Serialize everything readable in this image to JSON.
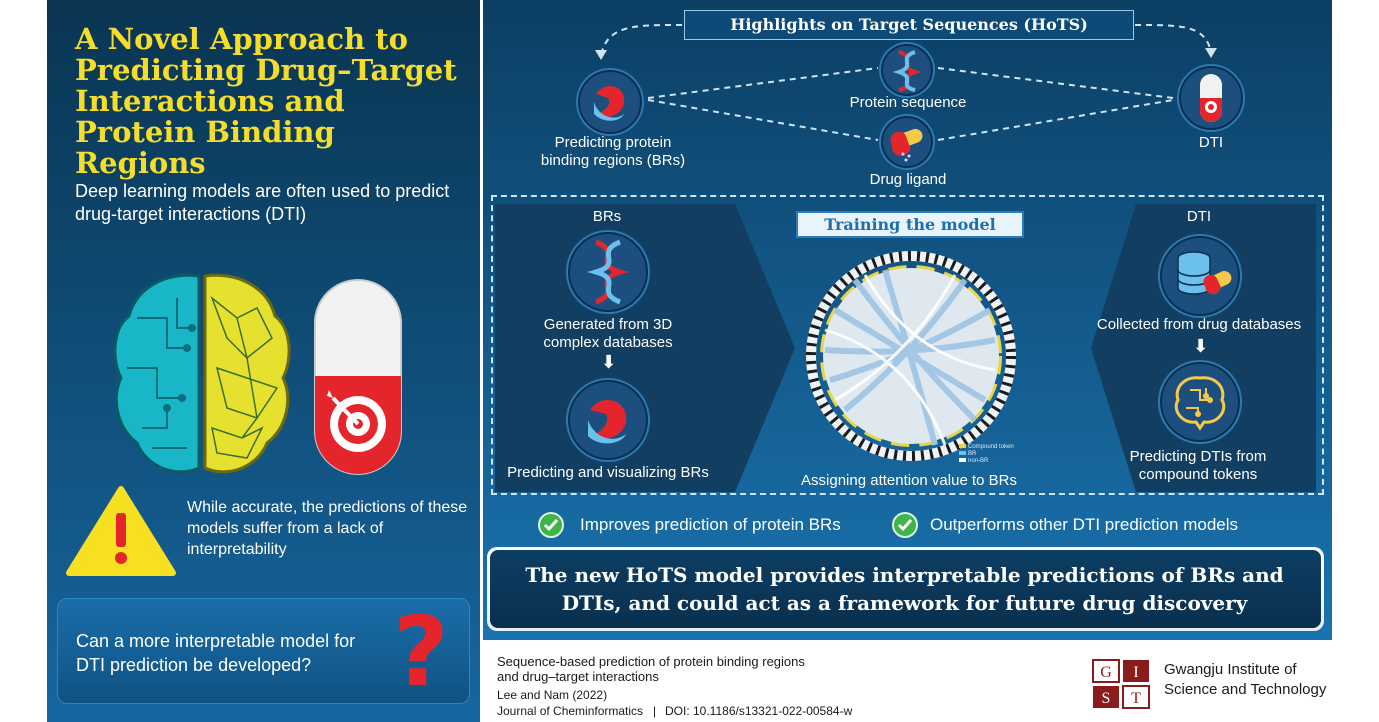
{
  "left": {
    "title": "A Novel Approach to Predicting Drug–Target Interactions and Protein Binding Regions",
    "subtitle": "Deep learning models are often used to predict drug-target interactions (DTI)",
    "warning": "While accurate, the predictions of these models suffer from a lack of interpretability",
    "question": "Can a more interpretable model for DTI prediction be developed?",
    "question_mark": "?"
  },
  "top": {
    "header": "Highlights on Target Sequences (HoTS)",
    "nodes": {
      "protein_sequence": "Protein sequence",
      "predicting_brs": "Predicting protein binding regions (BRs)",
      "dti": "DTI",
      "drug_ligand": "Drug ligand"
    }
  },
  "training": {
    "title": "Training the model",
    "brs_heading": "BRs",
    "brs_generated": "Generated from 3D complex databases",
    "brs_predicting": "Predicting and visualizing BRs",
    "center_caption": "Assigning attention value to BRs",
    "dti_heading": "DTI",
    "dti_collected": "Collected from drug databases",
    "dti_predicting": "Predicting DTIs from compound tokens",
    "legend": [
      "Compound token",
      "BR",
      "non-BR"
    ]
  },
  "checks": [
    "Improves prediction of protein BRs",
    "Outperforms other DTI prediction models"
  ],
  "banner": "The new HoTS model provides interpretable predictions of BRs and DTIs, and could act as a framework for future drug discovery",
  "footer": {
    "paper_title": "Sequence-based prediction of protein binding regions and drug–target interactions",
    "authors": "Lee and Nam (2022)",
    "journal": "Journal of Cheminformatics",
    "doi": "DOI: 10.1186/s13321-022-00584-w",
    "logo_letters": [
      "G",
      "I",
      "S",
      "T"
    ],
    "institution_line1": "Gwangju Institute of",
    "institution_line2": "Science and Technology"
  },
  "colors": {
    "title_yellow": "#f6dd2a",
    "accent_red": "#e4262c",
    "check_green": "#3fb549",
    "training_blue": "#2a7cc0"
  }
}
